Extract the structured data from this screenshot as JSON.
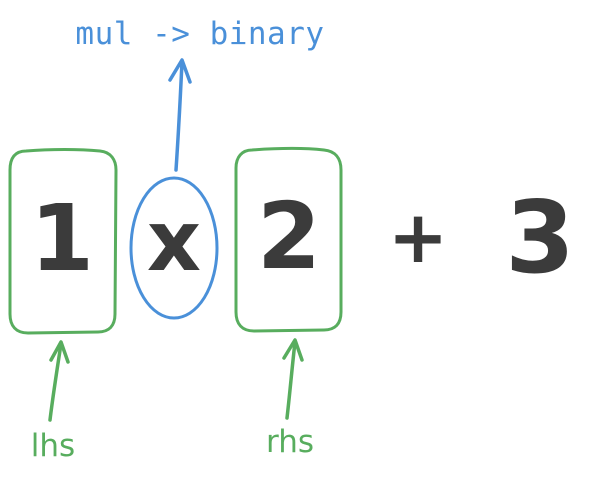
{
  "tokens": {
    "lhs_value": "1",
    "operator": "x",
    "rhs_value": "2",
    "plus": "+",
    "constant": "3"
  },
  "annotations": {
    "operator_label": "mul -> binary",
    "lhs_label": "lhs",
    "rhs_label": "rhs"
  },
  "colors": {
    "green": "#58ad5e",
    "blue": "#4a90d9",
    "ink": "#3b3b3b"
  }
}
